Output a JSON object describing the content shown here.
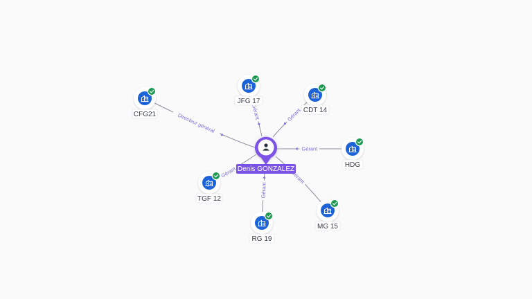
{
  "center": {
    "name": "Denis GONZALEZ",
    "icon": "person-icon",
    "color": "#7b52e6"
  },
  "colors": {
    "company_blue": "#1b63d6",
    "check_green": "#1e9a52",
    "edge_label": "#7d6fd6",
    "edge_line": "#8a8c99"
  },
  "companies": [
    {
      "id": "cfg21",
      "name": "CFG21",
      "icon": "company-building-icon",
      "status": "verified-check-icon",
      "role": "Directeur général"
    },
    {
      "id": "jfg17",
      "name": "JFG 17",
      "icon": "company-building-icon",
      "status": "verified-check-icon",
      "role": "Gérant"
    },
    {
      "id": "cdt14",
      "name": "CDT 14",
      "icon": "company-building-icon",
      "status": "verified-check-icon",
      "role": "Gérant"
    },
    {
      "id": "hdg",
      "name": "HDG",
      "icon": "company-building-icon",
      "status": "verified-check-icon",
      "role": "Gérant"
    },
    {
      "id": "mg15",
      "name": "MG 15",
      "icon": "company-building-icon",
      "status": "verified-check-icon",
      "role": "Gérant"
    },
    {
      "id": "rg19",
      "name": "RG 19",
      "icon": "company-building-icon",
      "status": "verified-check-icon",
      "role": "Gérant"
    },
    {
      "id": "tgf12",
      "name": "TGF 12",
      "icon": "company-building-icon",
      "status": "verified-check-icon",
      "role": "Gérant"
    }
  ]
}
